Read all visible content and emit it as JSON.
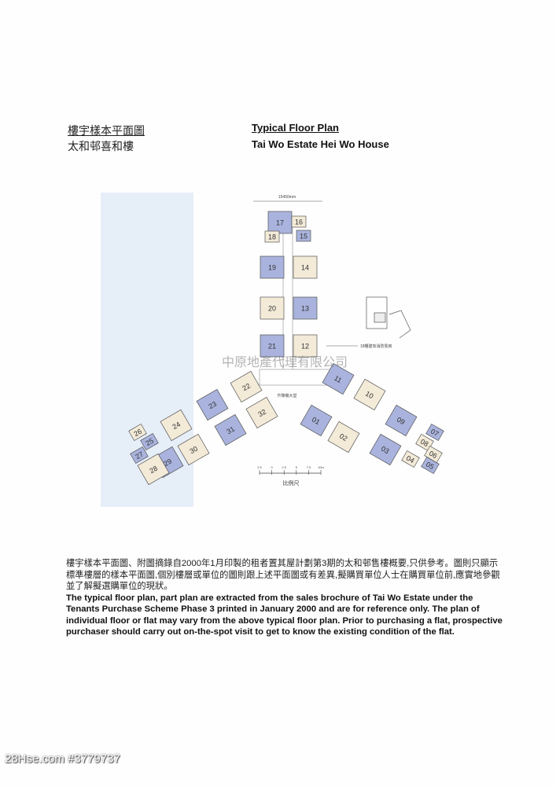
{
  "header": {
    "zh_title": "樓宇樣本平面圖",
    "zh_subtitle": "太和邨喜和樓",
    "en_title": "Typical Floor Plan",
    "en_subtitle": "Tai Wo Estate Hei Wo House"
  },
  "plan": {
    "flats": {
      "blue": [
        "17",
        "15",
        "19",
        "13",
        "21",
        "11",
        "09",
        "07",
        "05",
        "03",
        "01",
        "23",
        "31",
        "25",
        "27",
        "29"
      ],
      "cream": [
        "16",
        "18",
        "14",
        "20",
        "12",
        "10",
        "08",
        "06",
        "04",
        "02",
        "22",
        "32",
        "24",
        "30",
        "26",
        "28"
      ]
    },
    "dimension_top": "15450mm",
    "fire_pump_note": "18樓建有消防泵房",
    "lobby_label": "升降機大堂",
    "watermark": "中原地產代理有限公司",
    "scale_ticks": [
      "2.5",
      "0",
      "2.5",
      "5",
      "7.5",
      "10m"
    ],
    "scale_label": "比例尺",
    "colors": {
      "blue_flat": "#a9b3dd",
      "cream_flat": "#f3ead8",
      "panel": "#e6eef8"
    }
  },
  "note": {
    "zh": "樓宇樣本平面圖、附圖摘錄自2000年1月印製的租者置其屋計劃第3期的太和邨售樓概要,只供參考。圖則只顯示標準樓層的樣本平面圖,個別樓層或單位的圖則跟上述平面圖或有差異,擬購買單位人士在購買單位前,應實地參觀並了解擬選購單位的現狀。",
    "en": "The typical floor plan, part plan are extracted from the sales brochure of Tai Wo Estate under the Tenants Purchase Scheme Phase 3 printed in January 2000 and are for reference only. The plan of individual floor or flat may vary from the above typical floor plan. Prior to purchasing a flat, prospective purchaser should carry out on-the-spot visit to get to know the existing condition of the flat."
  },
  "footer": {
    "watermark": "28Hse.com #3779737"
  }
}
